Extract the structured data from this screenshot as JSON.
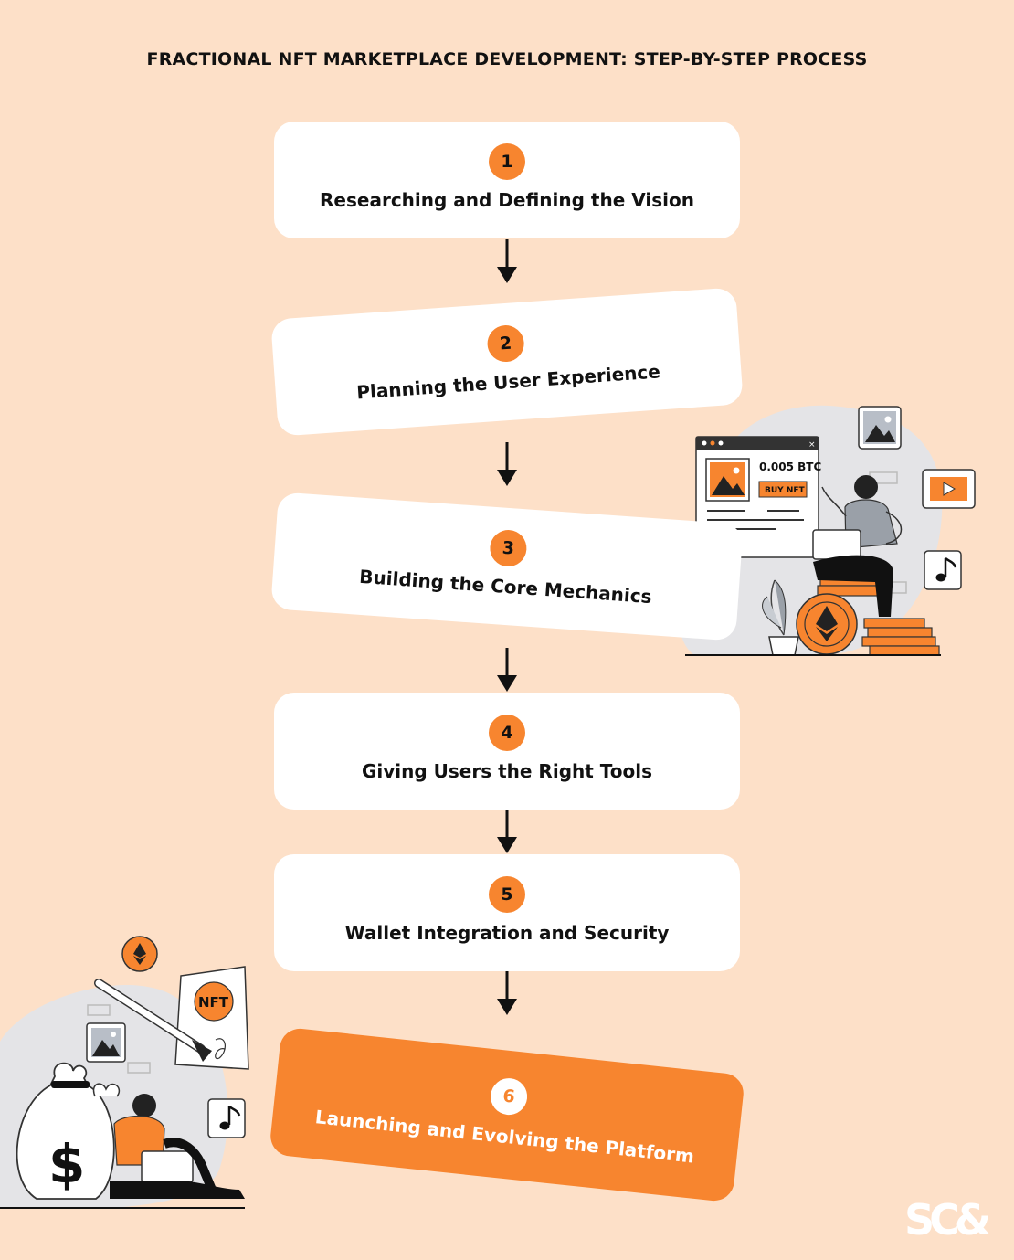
{
  "title": "FRACTIONAL NFT MARKETPLACE DEVELOPMENT: STEP-BY-STEP PROCESS",
  "steps": [
    {
      "num": "1",
      "label": "Researching and Defining the Vision"
    },
    {
      "num": "2",
      "label": "Planning the User Experience"
    },
    {
      "num": "3",
      "label": "Building the Core Mechanics"
    },
    {
      "num": "4",
      "label": "Giving Users the Right Tools"
    },
    {
      "num": "5",
      "label": "Wallet Integration and Security"
    },
    {
      "num": "6",
      "label": "Launching and Evolving the Platform"
    }
  ],
  "illustration_top": {
    "price": "0.005 BTC",
    "button": "BUY NFT"
  },
  "illustration_bottom": {
    "badge": "NFT",
    "currency": "$"
  },
  "logo": {
    "text": "SC&"
  },
  "colors": {
    "background": "#fde0c8",
    "accent": "#f7852f",
    "card": "#ffffff",
    "text": "#111111"
  }
}
